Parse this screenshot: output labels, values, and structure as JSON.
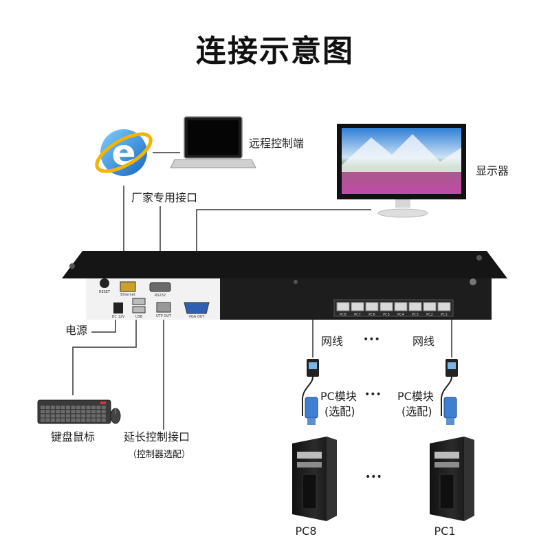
{
  "title": "连接示意图",
  "labels": {
    "remote": "远程控制端",
    "display": "显示器",
    "factory_port": "厂家专用接口",
    "power": "电源",
    "keyboard_mouse": "键盘鼠标",
    "extend_port": "延长控制接口",
    "extend_port_note": "（控制器选配）",
    "cable_left": "网线",
    "cable_right": "网线",
    "module_left_line1": "PC模块",
    "module_left_line2": "(选配)",
    "module_right_line1": "PC模块",
    "module_right_line2": "(选配)",
    "dots": "•••",
    "pc_left": "PC8",
    "pc_right": "PC1"
  },
  "device_ports": {
    "reset": "RESET",
    "ethernet": "Ethernet",
    "rs232": "RS232",
    "dc": "DC 12V",
    "usb": "USB",
    "utp_out": "UTP OUT",
    "vga_out": "VGA OUT",
    "pc_ports": [
      "PC8",
      "PC7",
      "PC6",
      "PC5",
      "PC4",
      "PC3",
      "PC2",
      "PC1"
    ]
  },
  "icons": [
    "internet-explorer-icon",
    "laptop-icon",
    "monitor-icon",
    "keyboard-icon",
    "mouse-icon",
    "pc-module-icon",
    "desktop-pc-icon"
  ],
  "colors": {
    "device_body": "#1a1a1a",
    "panel": "#f2f2f2",
    "ie_blue": "#1e88e5",
    "ie_ring": "#f5b400",
    "line": "#333333"
  }
}
